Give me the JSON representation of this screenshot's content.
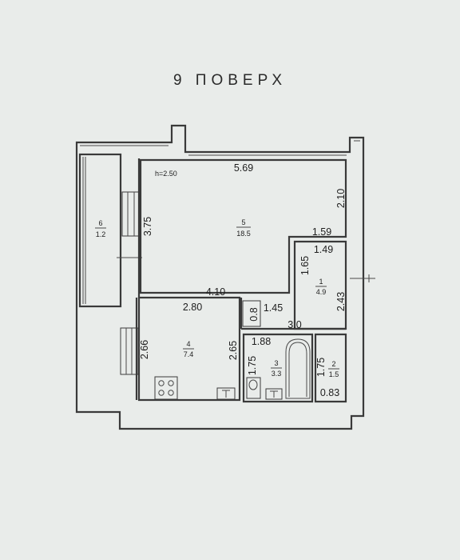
{
  "title": "9 ПОВЕРХ",
  "ceiling_height": "h=2.50",
  "rooms": {
    "r1": {
      "num": "1",
      "area": "4.9"
    },
    "r2": {
      "num": "2",
      "area": "1.5"
    },
    "r3": {
      "num": "3",
      "area": "3.3"
    },
    "r4": {
      "num": "4",
      "area": "7.4"
    },
    "r5": {
      "num": "5",
      "area": "18.5"
    },
    "r6": {
      "num": "6",
      "area": "1.2"
    }
  },
  "dimensions": {
    "d569": "5.69",
    "d210": "2.10",
    "d375": "3.75",
    "d159": "1.59",
    "d149": "1.49",
    "d165": "1.65",
    "d243": "2.43",
    "d410": "4.10",
    "d280": "2.80",
    "d08": "0.8",
    "d145": "1.45",
    "d30": "3.0",
    "d188": "1.88",
    "d266": "2.66",
    "d265": "2.65",
    "d175a": "1.75",
    "d175b": "1.75",
    "d083": "0.83"
  }
}
